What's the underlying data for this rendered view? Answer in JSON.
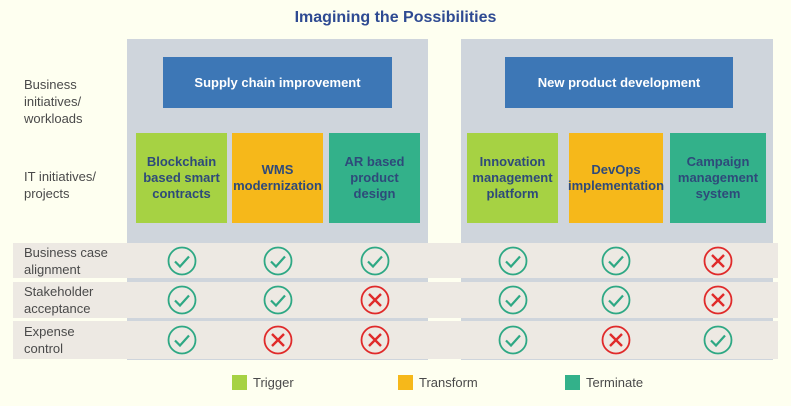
{
  "title": "Imagining the Possibilities",
  "row_labels": {
    "business": "Business initiatives/ workloads",
    "it": "IT initiatives/ projects"
  },
  "criteria": [
    "Business case alignment",
    "Stakeholder acceptance",
    "Expense control"
  ],
  "colors": {
    "trigger": "#a6d243",
    "transform": "#f6b81a",
    "terminate": "#33b18a",
    "check": "#2ea884",
    "cross": "#e02a2a"
  },
  "groups": [
    {
      "initiative": "Supply chain improvement",
      "projects": [
        {
          "name": "Blockchain based smart contracts",
          "type": "trigger",
          "results": [
            "check",
            "check",
            "check"
          ]
        },
        {
          "name": "WMS modernization",
          "type": "transform",
          "results": [
            "check",
            "check",
            "cross"
          ]
        },
        {
          "name": "AR based product design",
          "type": "terminate",
          "results": [
            "check",
            "cross",
            "cross"
          ]
        }
      ]
    },
    {
      "initiative": "New product development",
      "projects": [
        {
          "name": "Innovation management platform",
          "type": "trigger",
          "results": [
            "check",
            "check",
            "check"
          ]
        },
        {
          "name": "DevOps implementation",
          "type": "transform",
          "results": [
            "check",
            "check",
            "cross"
          ]
        },
        {
          "name": "Campaign management system",
          "type": "terminate",
          "results": [
            "cross",
            "cross",
            "check"
          ]
        }
      ]
    }
  ],
  "legend": [
    {
      "label": "Trigger",
      "type": "trigger"
    },
    {
      "label": "Transform",
      "type": "transform"
    },
    {
      "label": "Terminate",
      "type": "terminate"
    }
  ]
}
